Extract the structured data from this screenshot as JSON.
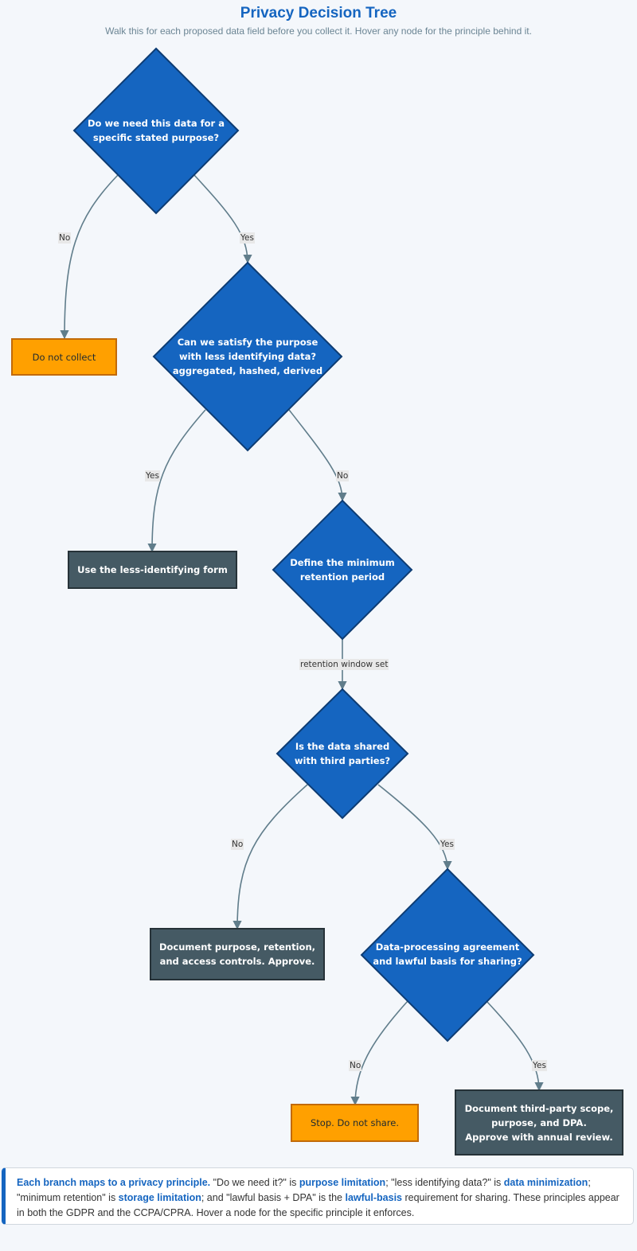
{
  "header": {
    "title": "Privacy Decision Tree",
    "subtitle": "Walk this for each proposed data field before you collect it. Hover any node for the principle behind it."
  },
  "colors": {
    "diamond_fill": "#1565c0",
    "diamond_stroke": "#0d3c73",
    "orange_fill": "#ffa000",
    "orange_stroke": "#c26a08",
    "dark_fill": "#455a64",
    "dark_stroke": "#263238",
    "edge": "#607d8b",
    "accent": "#1565c0"
  },
  "nodes": {
    "need_data": {
      "lines": [
        "Do we need this data for a",
        "specific stated purpose?"
      ]
    },
    "do_not_collect": {
      "lines": [
        "Do not collect"
      ]
    },
    "less_identifying": {
      "lines": [
        "Can we satisfy the purpose",
        "with less identifying data?",
        "aggregated, hashed, derived"
      ]
    },
    "use_less_identifying": {
      "lines": [
        "Use the less-identifying form"
      ]
    },
    "minimum_retention": {
      "lines": [
        "Define the minimum",
        "retention period"
      ]
    },
    "shared_third_parties": {
      "lines": [
        "Is the data shared",
        "with third parties?"
      ]
    },
    "document_approve": {
      "lines": [
        "Document purpose, retention,",
        "and access controls. Approve."
      ]
    },
    "dpa_lawful_basis": {
      "lines": [
        "Data-processing agreement",
        "and lawful basis for sharing?"
      ]
    },
    "stop_do_not_share": {
      "lines": [
        "Stop. Do not share."
      ]
    },
    "document_third_party": {
      "lines": [
        "Document third-party scope,",
        "purpose, and DPA.",
        "Approve with annual review."
      ]
    }
  },
  "edges": {
    "need_no": "No",
    "need_yes": "Yes",
    "less_yes": "Yes",
    "less_no": "No",
    "retention_set": "retention window set",
    "shared_no": "No",
    "shared_yes": "Yes",
    "dpa_no": "No",
    "dpa_yes": "Yes"
  },
  "note": {
    "lead": "Each branch maps to a privacy principle.",
    "t1": " \"Do we need it?\" is ",
    "p1": "purpose limitation",
    "t2": "; \"less identifying data?\" is ",
    "p2": "data minimization",
    "t3": "; \"minimum retention\" is ",
    "p3": "storage limitation",
    "t4": "; and \"lawful basis + DPA\" is the ",
    "p4": "lawful-basis",
    "t5": " requirement for sharing. These principles appear in both the GDPR and the CCPA/CPRA. Hover a node for the specific principle it enforces."
  }
}
